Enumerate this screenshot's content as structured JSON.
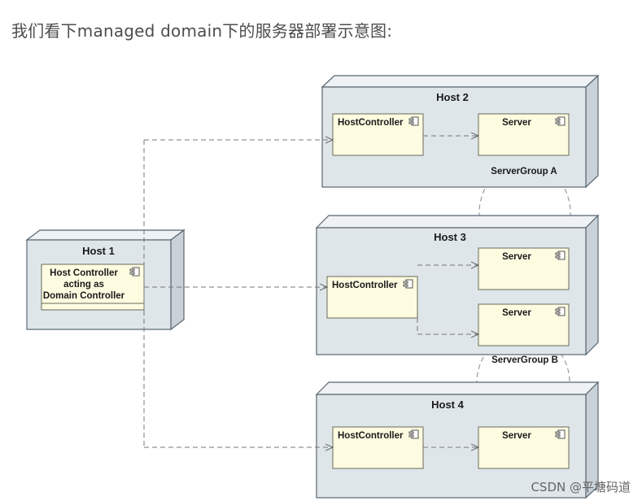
{
  "caption": "我们看下managed domain下的服务器部署示意图:",
  "diagram": {
    "host1": {
      "title": "Host 1",
      "component": [
        "Host Controller",
        "acting as",
        "Domain Controller"
      ]
    },
    "host2": {
      "title": "Host 2",
      "controller": "HostController",
      "server": "Server",
      "group": "ServerGroup A"
    },
    "host3": {
      "title": "Host 3",
      "controller": "HostController",
      "servers": [
        "Server",
        "Server"
      ],
      "group": "ServerGroup B"
    },
    "host4": {
      "title": "Host 4",
      "controller": "HostController",
      "server": "Server"
    }
  },
  "watermark": "CSDN @平塘码道"
}
